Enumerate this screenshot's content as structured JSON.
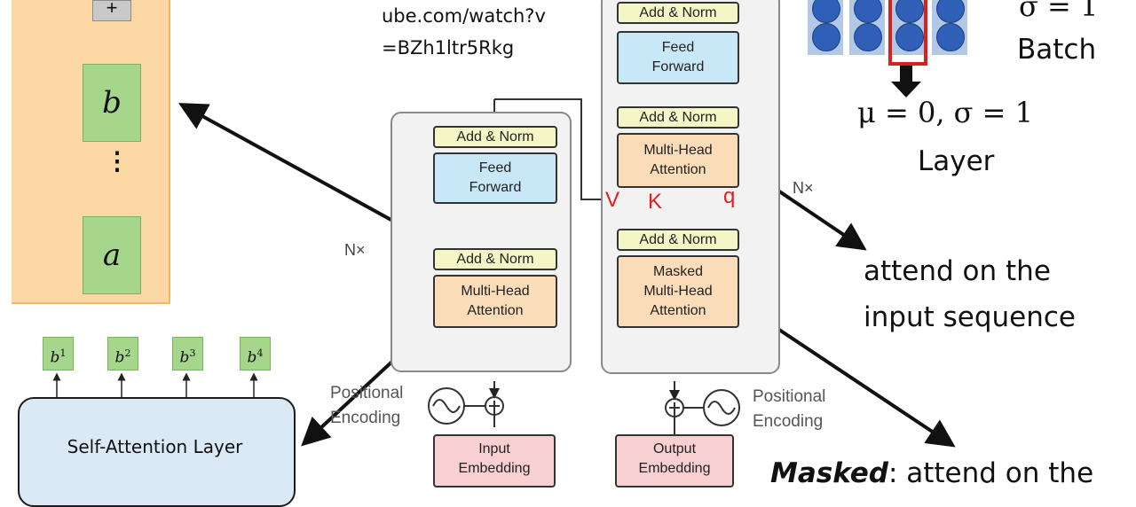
{
  "residual_diagram": {
    "plus_symbol": "+",
    "top_box_label": "b",
    "bottom_box_label": "a",
    "ellipsis": "⋮"
  },
  "self_attention": {
    "layer_label": "Self-Attention Layer",
    "outputs": [
      {
        "base": "b",
        "sup": "1"
      },
      {
        "base": "b",
        "sup": "2"
      },
      {
        "base": "b",
        "sup": "3"
      },
      {
        "base": "b",
        "sup": "4"
      }
    ]
  },
  "video_url": {
    "line1": "ube.com/watch?v",
    "line2": "=BZh1ltr5Rkg"
  },
  "encoder": {
    "repeat_label": "N×",
    "add_norm_top": "Add & Norm",
    "feed_forward_line1": "Feed",
    "feed_forward_line2": "Forward",
    "add_norm_bottom": "Add & Norm",
    "attention_line1": "Multi-Head",
    "attention_line2": "Attention",
    "positional_line1": "Positional",
    "positional_line2": "Encoding",
    "embedding_line1": "Input",
    "embedding_line2": "Embedding"
  },
  "decoder": {
    "repeat_label": "N×",
    "add_norm_top": "Add & Norm",
    "feed_forward_line1": "Feed",
    "feed_forward_line2": "Forward",
    "add_norm_middle": "Add & Norm",
    "cross_attention_line1": "Multi-Head",
    "cross_attention_line2": "Attention",
    "add_norm_bottom": "Add & Norm",
    "masked_line1": "Masked",
    "masked_line2": "Multi-Head",
    "masked_line3": "Attention",
    "positional_line1": "Positional",
    "positional_line2": "Encoding",
    "embedding_line1": "Output",
    "embedding_line2": "Embedding",
    "cross_inputs": {
      "v": "V",
      "k": "K",
      "q": "q"
    }
  },
  "normalization": {
    "batch_formula": "σ = 1",
    "batch_label": "Batch",
    "layer_formula": "μ = 0, σ = 1",
    "layer_label": "Layer"
  },
  "annotations": {
    "cross_line1": "attend on the",
    "cross_line2": "input sequence",
    "masked_bold": "Masked",
    "masked_rest": ": attend on the"
  },
  "colors": {
    "arrow": "#111111",
    "residual_panel": "#fbd7a4",
    "highlight": "#d92020",
    "dots": "#2f5fb6"
  }
}
